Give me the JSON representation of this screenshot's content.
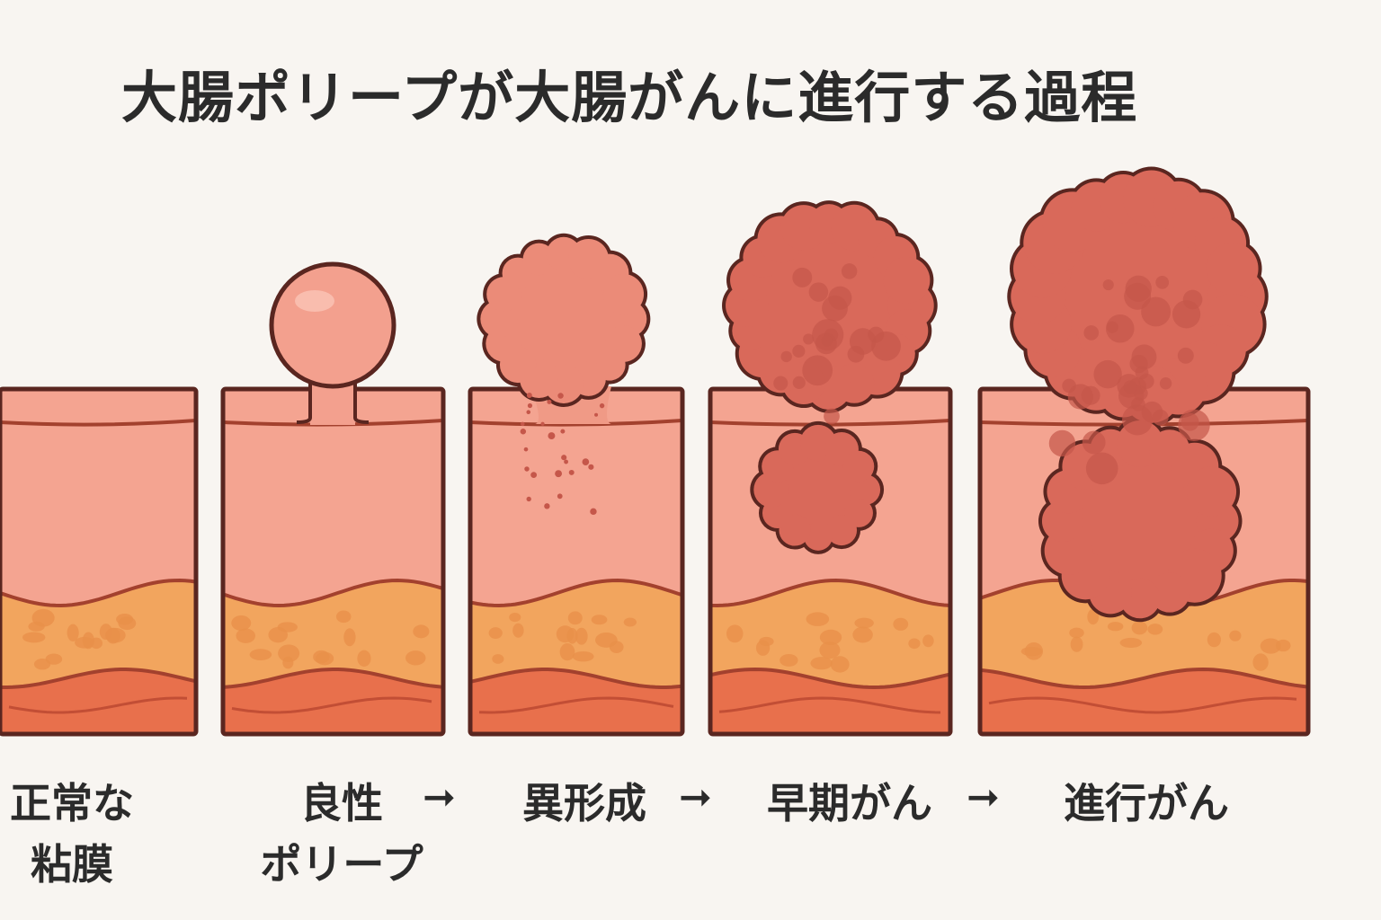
{
  "title": "大腸ポリープが大腸がんに進行する過程",
  "stages": [
    {
      "line1": "正常な",
      "line2": "粘膜"
    },
    {
      "line1": "良性",
      "line2": "ポリープ"
    },
    {
      "line1": "異形成",
      "line2": ""
    },
    {
      "line1": "早期がん",
      "line2": ""
    },
    {
      "line1": "進行がん",
      "line2": ""
    }
  ],
  "arrow": "➞",
  "colors": {
    "background": "#f8f5f1",
    "mucosa": "#f4a491",
    "submucosa": "#f2a55e",
    "muscle": "#e8704c",
    "outline": "#5a2620",
    "polyp": "#f3a08e",
    "tumor": "#d9695a"
  }
}
